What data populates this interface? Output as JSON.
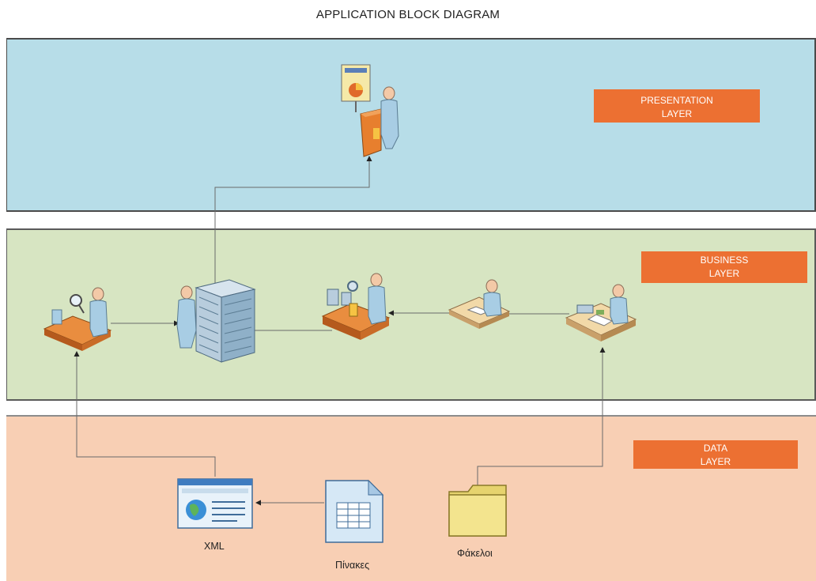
{
  "title": "APPLICATION BLOCK DIAGRAM",
  "layers": {
    "presentation": {
      "label_line1": "PRESENTATION",
      "label_line2": "LAYER",
      "color": "#b7dde8"
    },
    "business": {
      "label_line1": "BUSINESS",
      "label_line2": "LAYER",
      "color": "#d7e5c2"
    },
    "data": {
      "label_line1": "DATA",
      "label_line2": "LAYER",
      "color": "#f8cfb4"
    }
  },
  "label_color": "#ec7032",
  "nodes": {
    "presenter": {
      "icon": "presenter-podium-icon"
    },
    "inspector": {
      "icon": "assembly-line-inspector-icon"
    },
    "server_operator": {
      "icon": "server-rack-operator-icon"
    },
    "process_worker": {
      "icon": "processing-line-worker-icon"
    },
    "desk_worker": {
      "icon": "desk-worker-icon"
    },
    "office_worker": {
      "icon": "office-desk-worker-icon"
    },
    "xml": {
      "icon": "web-page-icon",
      "caption": "XML"
    },
    "tables": {
      "icon": "table-document-icon",
      "caption": "Πίνακες"
    },
    "folders": {
      "icon": "folder-icon",
      "caption": "Φάκελοι"
    }
  }
}
